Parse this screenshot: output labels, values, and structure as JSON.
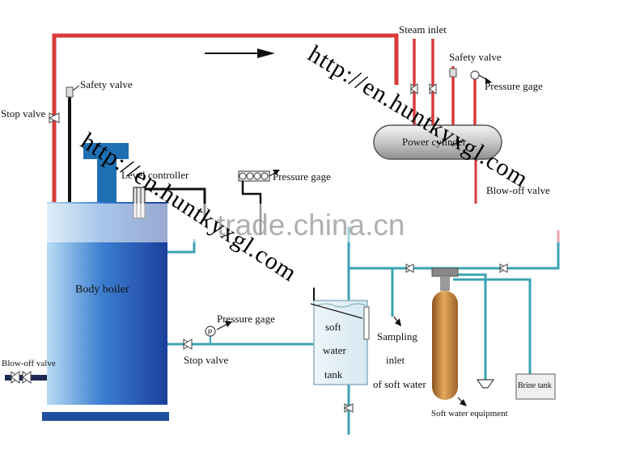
{
  "labels": {
    "steam_inlet": "Steam inlet",
    "safety_valve_top": "Safety valve",
    "pressure_gage_top": "Pressure gage",
    "safety_valve_left": "Safety valve",
    "stop_valve_left": "Stop valve",
    "power_cylinder": "Power cylinder",
    "level_controller": "Level controller",
    "pressure_gage_mid": "Pressure gage",
    "blow_off_valve_right": "Blow-off  valve",
    "body_boiler": "Body boiler",
    "pressure_gage_low": "Pressure gage",
    "stop_valve_low": "Stop valve",
    "soft": "soft",
    "water": "water",
    "tank": "tank",
    "sampling": "Sampling",
    "inlet": "inlet",
    "of_soft_water": "of soft water",
    "brine_tank": "Brine tank",
    "soft_water_equipment": "Soft water equipment",
    "blow_off_valve_left": "Blow-off valve"
  },
  "watermarks": {
    "url1": "http://en.huntkyxgl.com",
    "url2": "http://en.huntkyxgl.com",
    "tradechina": "trade.china.cn"
  },
  "colors": {
    "steam": "#d93a3a",
    "water": "#3aa3b3",
    "boiler": "#1f4fa0",
    "softener": "#c98a3a"
  }
}
